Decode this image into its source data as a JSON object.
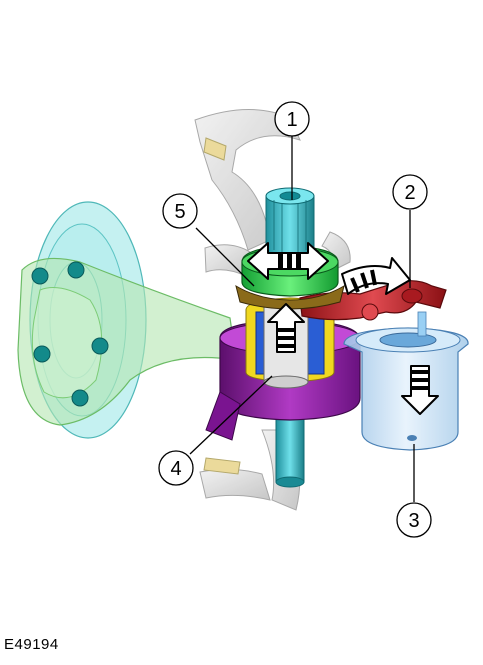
{
  "figure": {
    "code": "E49194",
    "callouts": [
      "1",
      "2",
      "3",
      "4",
      "5"
    ]
  },
  "colors": {
    "outline": "#000000",
    "knuckle": "#d8d8d8",
    "hub_flange": "#7fe0e0",
    "hub_bolts": "#138a8a",
    "lower_arm": "#b4e6b0",
    "shaft": "#3ab8c4",
    "green_collar": "#22c84a",
    "red_lever": "#c8242a",
    "purple_housing": "#8a1aa0",
    "yellow_ring": "#f0d820",
    "blue_cup": "#b8d8f0",
    "arrow_fill": "#ffffff",
    "arrow_stroke": "#000000"
  }
}
